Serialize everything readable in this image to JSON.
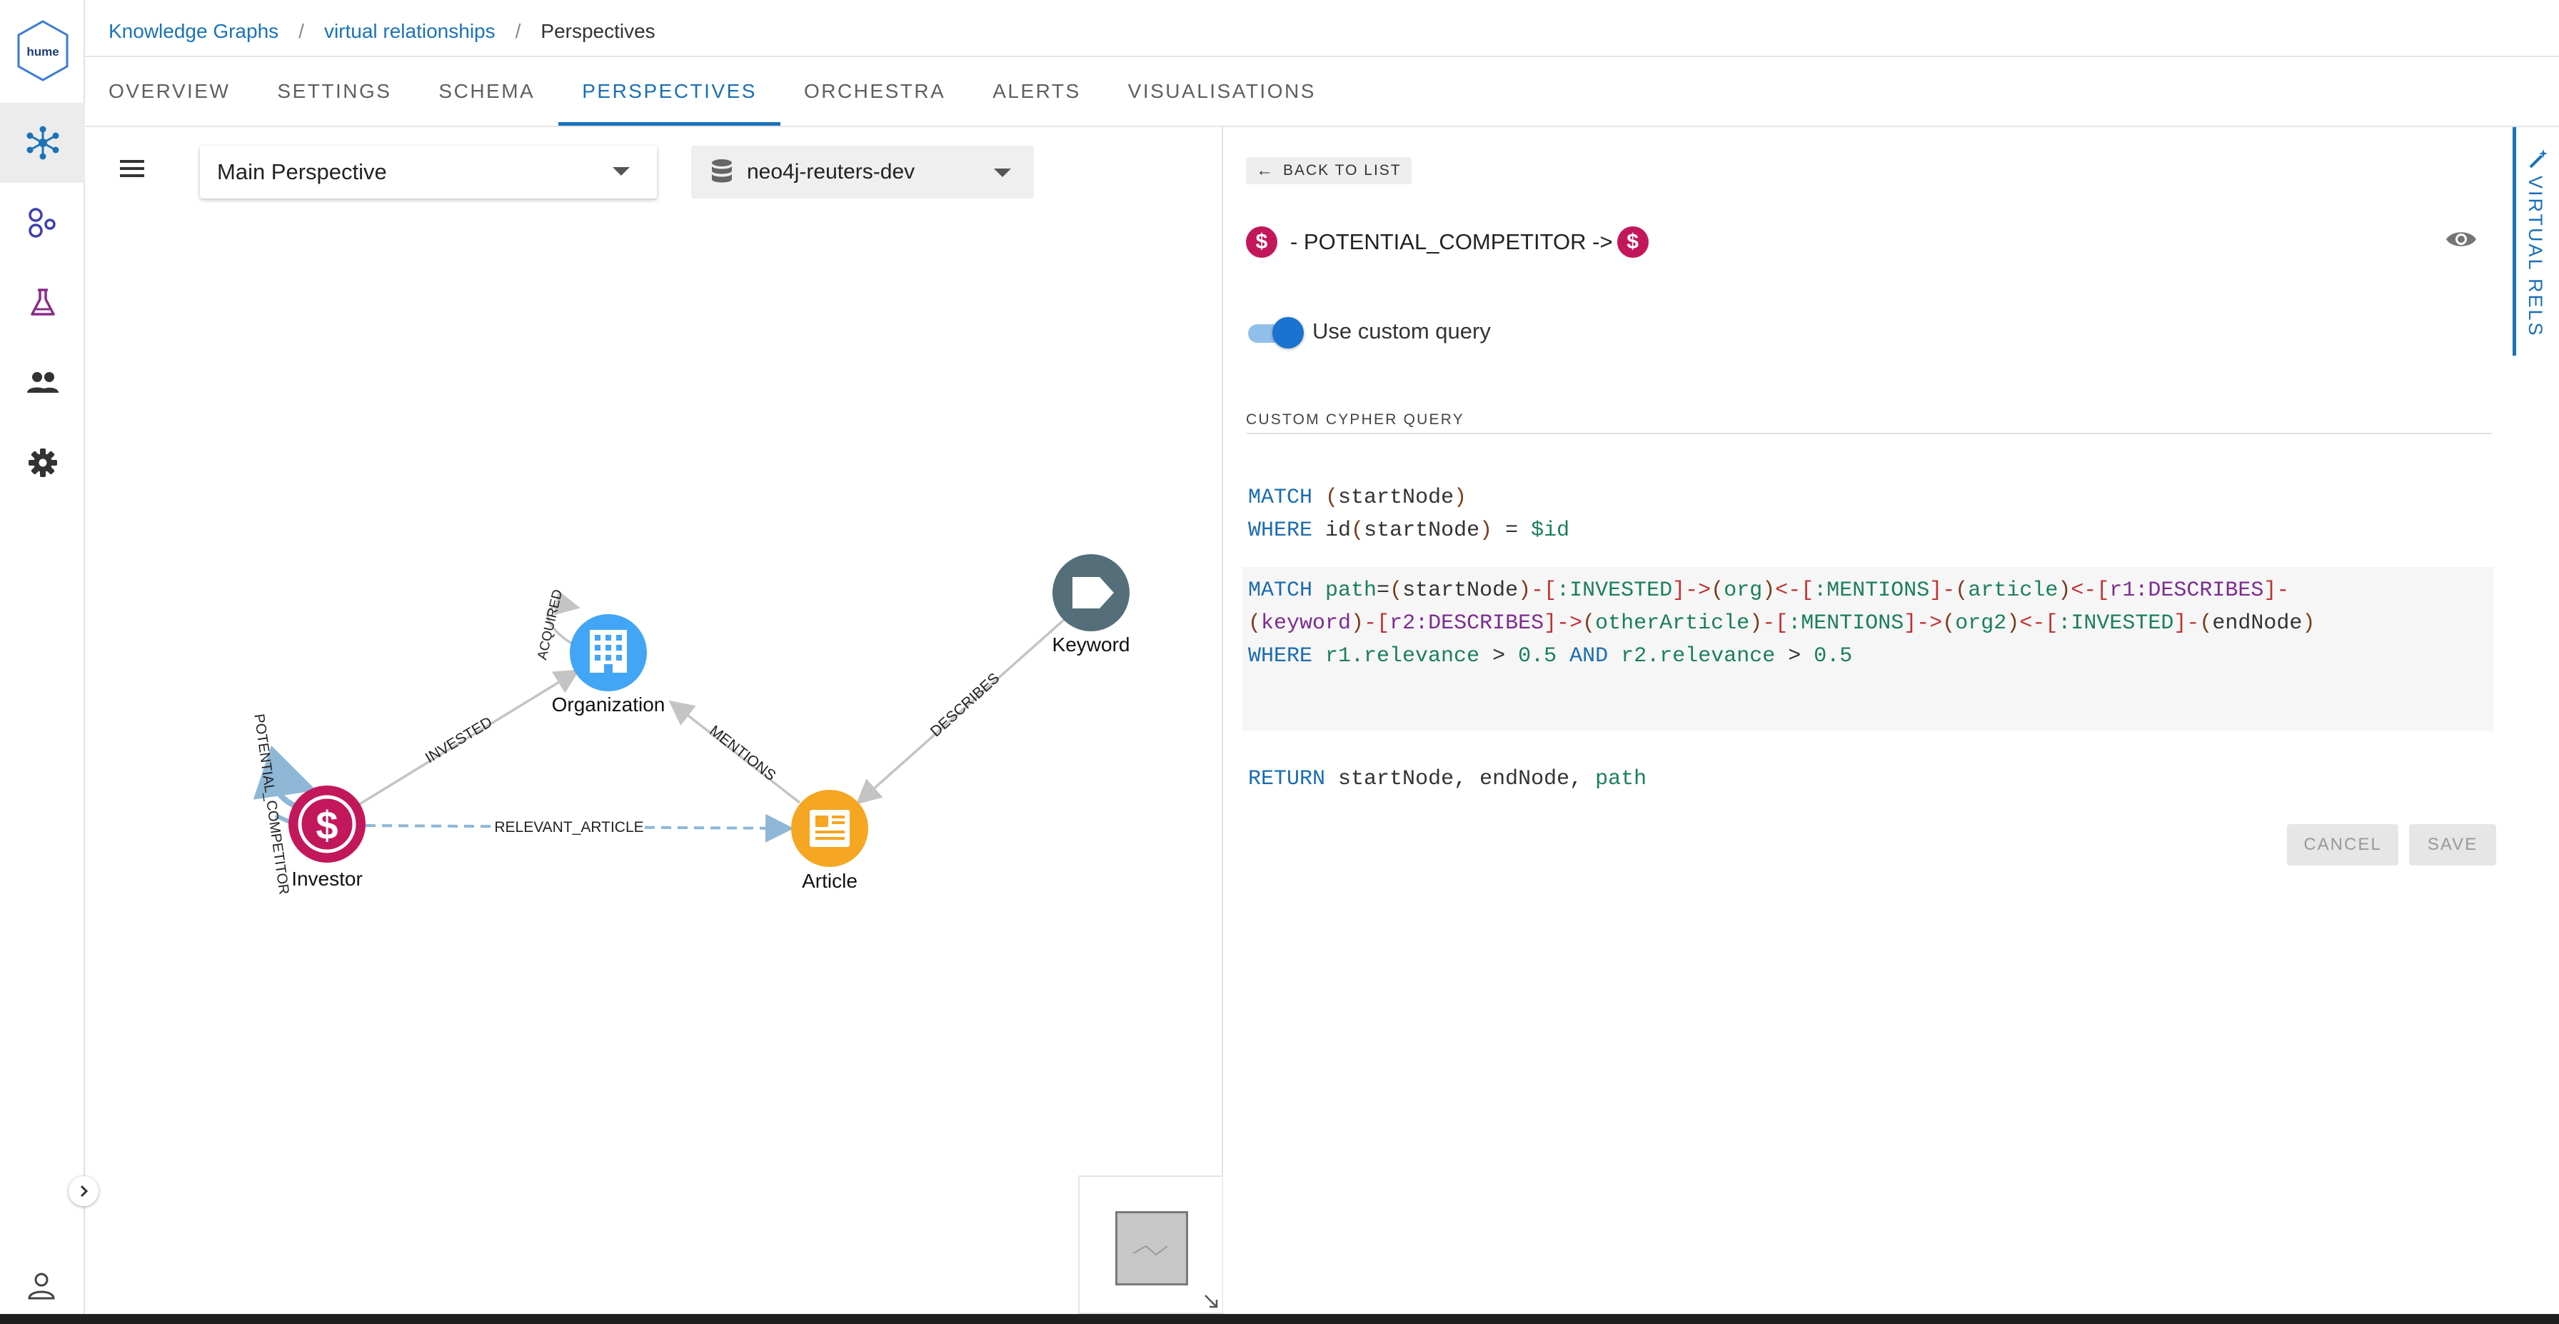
{
  "app": {
    "logo_text": "hume"
  },
  "breadcrumb": {
    "items": [
      "Knowledge Graphs",
      "virtual relationships",
      "Perspectives"
    ],
    "separator": "/"
  },
  "tabs": [
    "OVERVIEW",
    "SETTINGS",
    "SCHEMA",
    "PERSPECTIVES",
    "ORCHESTRA",
    "ALERTS",
    "VISUALISATIONS"
  ],
  "active_tab": "PERSPECTIVES",
  "canvas": {
    "perspective_select": "Main Perspective",
    "database_select": "neo4j-reuters-dev",
    "nodes": {
      "investor": "Investor",
      "organization": "Organization",
      "article": "Article",
      "keyword": "Keyword"
    },
    "node_colors": {
      "investor": "#c2185b",
      "organization": "#42a5f5",
      "article": "#f5a623",
      "keyword": "#546e7a"
    },
    "edges": {
      "invested": "INVESTED",
      "acquired": "ACQUIRED",
      "mentions": "MENTIONS",
      "describes": "DESCRIBES",
      "relevant_article": "RELEVANT_ARTICLE",
      "potential_competitor": "POTENTIAL_COMPETITOR"
    }
  },
  "panel": {
    "back_label": "BACK TO LIST",
    "relationship_label": "- POTENTIAL_COMPETITOR ->",
    "toggle_label": "Use custom query",
    "toggle_on": true,
    "query_heading": "CUSTOM CYPHER QUERY",
    "cancel_label": "CANCEL",
    "save_label": "SAVE",
    "accent_color": "#1a73b8"
  },
  "query": {
    "l1": {
      "kw": "MATCH",
      "par": "(",
      "var": "startNode",
      "par2": ")"
    },
    "l2": {
      "kw": "WHERE",
      "fn": "id",
      "par": "(",
      "var": "startNode",
      "par2": ")",
      "eq": "=",
      "param": "$id"
    },
    "l3": {
      "kw": "MATCH",
      "path": "path",
      "eq": "=",
      "t1": "startNode",
      "r1": ":INVESTED",
      "t2": "org",
      "r2": ":MENTIONS",
      "t3": "article",
      "r3": "r1:DESCRIBES"
    },
    "l4": {
      "t1": "keyword",
      "r1": "r2:DESCRIBES",
      "t2": "otherArticle",
      "r2": ":MENTIONS",
      "t3": "org2",
      "r3": ":INVESTED",
      "t4": "endNode"
    },
    "l5": {
      "kw": "WHERE",
      "a": "r1.relevance",
      "gt": ">",
      "v1": "0.5",
      "and": "AND",
      "b": "r2.relevance",
      "v2": "0.5"
    },
    "l6": {
      "kw": "RETURN",
      "a": "startNode",
      "b": "endNode",
      "c": "path"
    }
  },
  "side_tab": {
    "label": "VIRTUAL RELS"
  }
}
